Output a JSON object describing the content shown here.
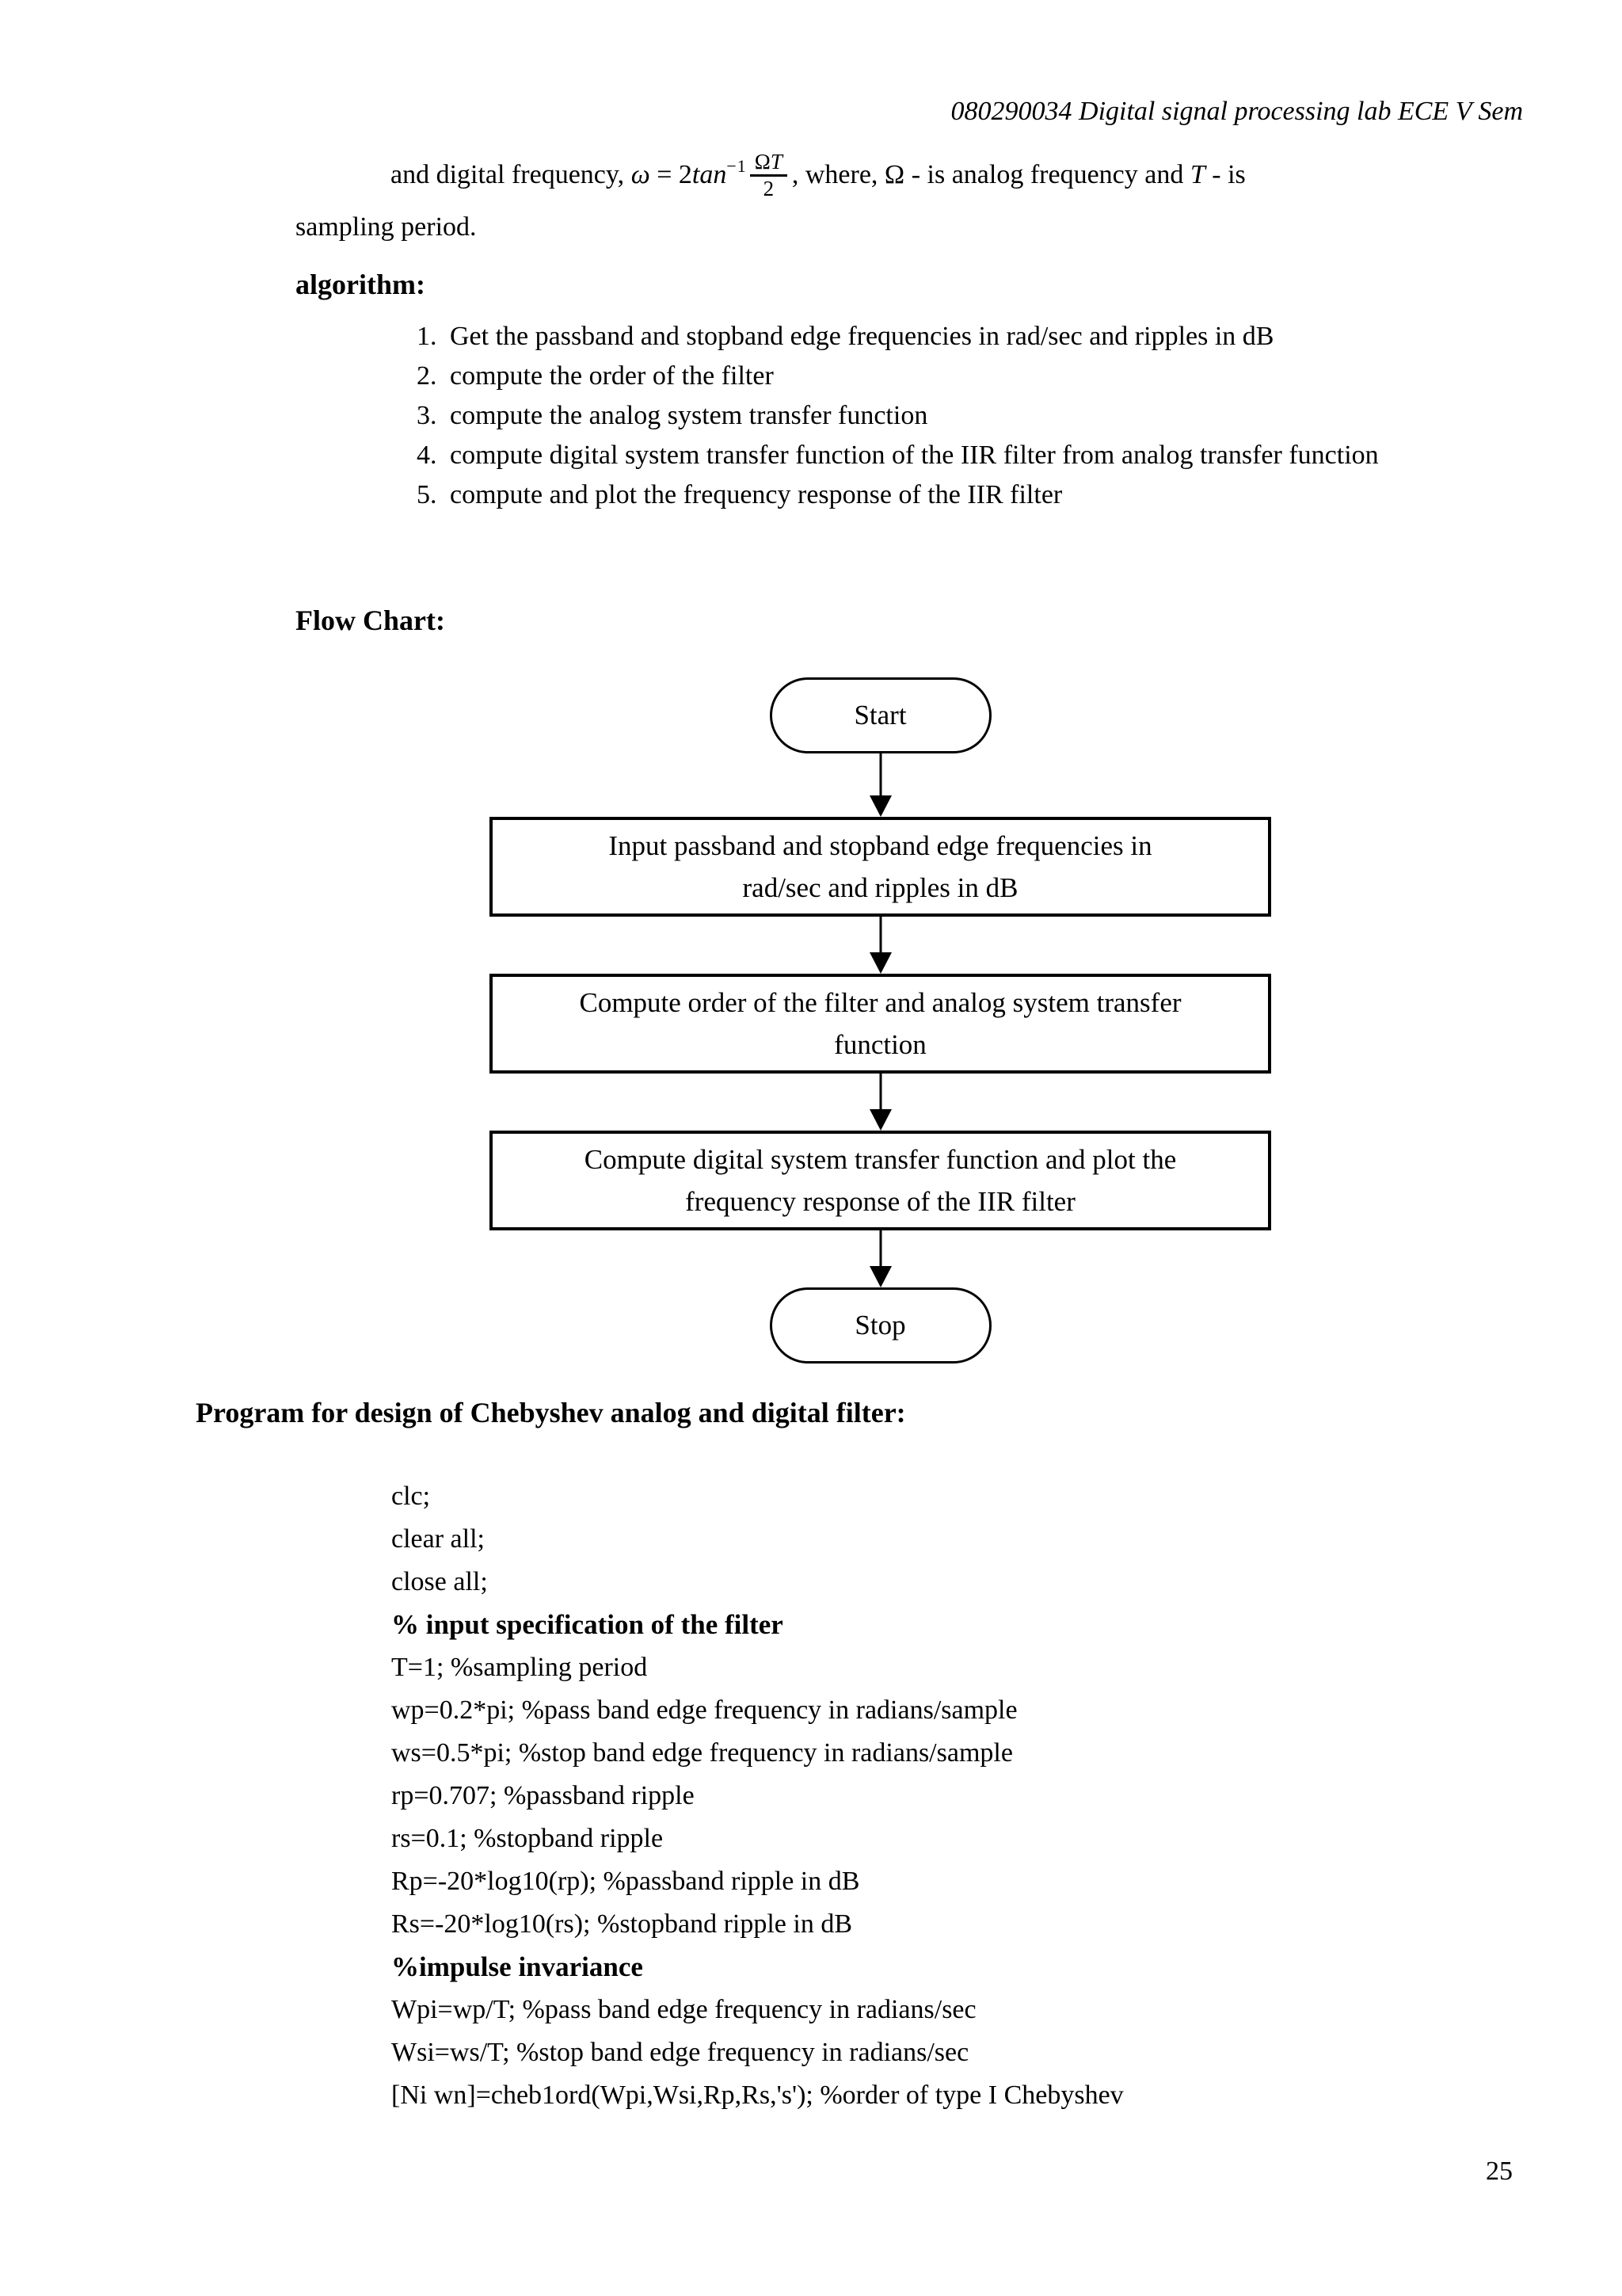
{
  "header": {
    "title": "080290034 Digital signal processing lab ECE V Sem"
  },
  "intro": {
    "lead": "and digital frequency, ",
    "omega": "ω",
    "equals": " = ",
    "coef_digit": "2",
    "coef_fn": "tan",
    "exponent": "−1",
    "frac_num_omega": "Ω",
    "frac_num_t": "T",
    "frac_den": "2",
    "tail_before_t": ", where, Ω - is analog frequency and ",
    "t_symbol": "T",
    "tail_after_t": " - is",
    "line2": "sampling period."
  },
  "algorithm": {
    "heading": "algorithm:",
    "items": [
      "Get the passband and stopband edge frequencies in rad/sec and ripples in dB",
      "compute the order of the filter",
      "compute the analog system transfer function",
      "compute digital system transfer function of the IIR filter from analog transfer function",
      "compute and plot the frequency response of the IIR filter"
    ]
  },
  "flowchart": {
    "heading": "Flow Chart:",
    "start_label": "Start",
    "steps": [
      [
        "Input passband and stopband edge frequencies in",
        "rad/sec and ripples in dB"
      ],
      [
        "Compute order of the filter and analog system transfer",
        "function"
      ],
      [
        "Compute digital system transfer function and plot the",
        "frequency response of the IIR filter"
      ]
    ],
    "stop_label": "Stop"
  },
  "program": {
    "heading": "Program for design of Chebyshev analog and digital filter:",
    "lines": [
      {
        "text": "clc;",
        "bold": false
      },
      {
        "text": "clear all;",
        "bold": false
      },
      {
        "text": "close all;",
        "bold": false
      },
      {
        "text": "% input specification of the filter",
        "bold": true
      },
      {
        "text": "T=1; %sampling period",
        "bold": false
      },
      {
        "text": "wp=0.2*pi; %pass band edge frequency in radians/sample",
        "bold": false
      },
      {
        "text": "ws=0.5*pi; %stop band edge frequency in radians/sample",
        "bold": false
      },
      {
        "text": "rp=0.707; %passband ripple",
        "bold": false
      },
      {
        "text": "rs=0.1; %stopband ripple",
        "bold": false
      },
      {
        "text": "Rp=-20*log10(rp); %passband ripple in dB",
        "bold": false
      },
      {
        "text": "Rs=-20*log10(rs); %stopband ripple in dB",
        "bold": false
      },
      {
        "text": "%impulse invariance",
        "bold": true
      },
      {
        "text": "Wpi=wp/T; %pass band edge frequency in radians/sec",
        "bold": false
      },
      {
        "text": "Wsi=ws/T; %stop band edge frequency in radians/sec",
        "bold": false
      },
      {
        "text": "[Ni wn]=cheb1ord(Wpi,Wsi,Rp,Rs,'s'); %order of type I Chebyshev",
        "bold": false
      }
    ]
  },
  "page": {
    "number": "25"
  }
}
